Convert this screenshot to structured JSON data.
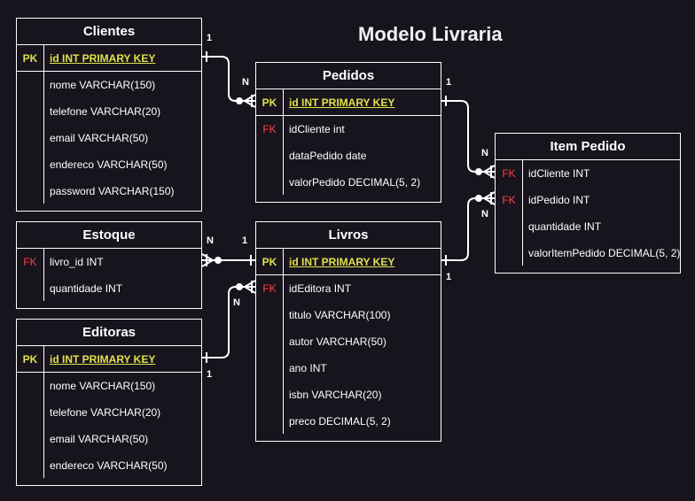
{
  "diagram_title": "Modelo Livraria",
  "entities": {
    "clientes": {
      "name": "Clientes",
      "pk_field": "id INT PRIMARY KEY",
      "key_pk": "PK",
      "fields": [
        "nome VARCHAR(150)",
        "telefone VARCHAR(20)",
        "email VARCHAR(50)",
        "endereco VARCHAR(50)",
        "password VARCHAR(150)"
      ]
    },
    "pedidos": {
      "name": "Pedidos",
      "pk_field": "id INT PRIMARY KEY",
      "key_pk": "PK",
      "key_fk": "FK",
      "fields": [
        "idCliente int",
        "dataPedido date",
        "valorPedido DECIMAL(5, 2)"
      ]
    },
    "item_pedido": {
      "name": "Item Pedido",
      "key_fk": "FK",
      "fields": [
        "idCliente INT",
        "idPedido INT",
        "quantidade INT",
        "valorItemPedido DECIMAL(5, 2)"
      ]
    },
    "estoque": {
      "name": "Estoque",
      "key_fk": "FK",
      "fields": [
        "livro_id INT",
        "quantidade INT"
      ]
    },
    "livros": {
      "name": "Livros",
      "pk_field": "id INT PRIMARY KEY",
      "key_pk": "PK",
      "key_fk": "FK",
      "fields": [
        "idEditora INT",
        "titulo VARCHAR(100)",
        "autor VARCHAR(50)",
        "ano INT",
        "isbn VARCHAR(20)",
        "preco DECIMAL(5, 2)"
      ]
    },
    "editoras": {
      "name": "Editoras",
      "pk_field": "id INT PRIMARY KEY",
      "key_pk": "PK",
      "fields": [
        "nome VARCHAR(150)",
        "telefone VARCHAR(20)",
        "email VARCHAR(50)",
        "endereco VARCHAR(50)"
      ]
    }
  },
  "relationships": {
    "clientes_pedidos": {
      "from": "1",
      "to": "N"
    },
    "pedidos_itempedido": {
      "from": "1",
      "to": "N"
    },
    "livros_itempedido": {
      "from": "1",
      "to": "N"
    },
    "livros_estoque": {
      "from": "1",
      "to": "N"
    },
    "editoras_livros": {
      "from": "1",
      "to": "N"
    }
  }
}
